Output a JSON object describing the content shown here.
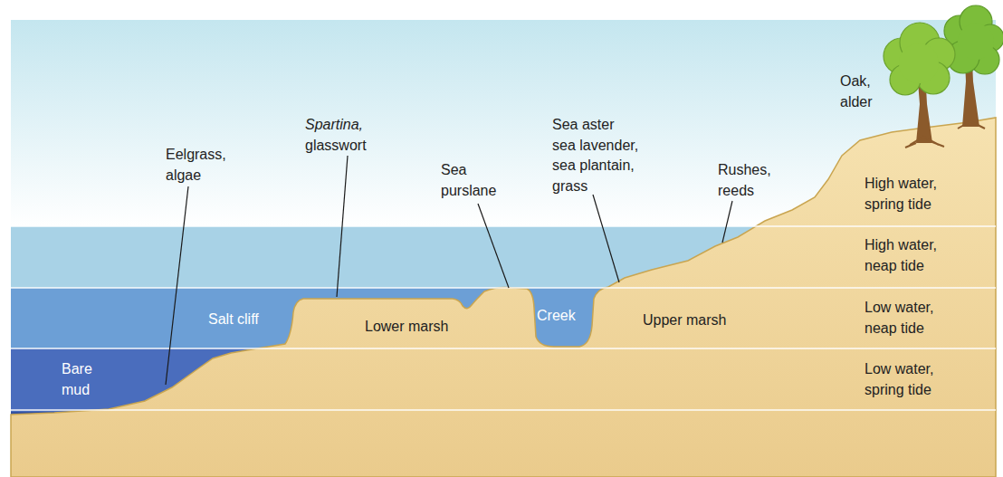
{
  "diagram": {
    "labels": [
      "Oak, alder",
      "Spartina, glasswort",
      "Sea aster sea lavender, sea plantain, grass",
      "Eelgrass, algae",
      "Sea purslane",
      "Rushes, reeds",
      "High water, spring tide",
      "High water, neap tide",
      "Salt cliff",
      "Creek",
      "Lower marsh",
      "Upper marsh",
      "Low water, neap tide",
      "Bare mud",
      "Low water, spring tide"
    ]
  }
}
